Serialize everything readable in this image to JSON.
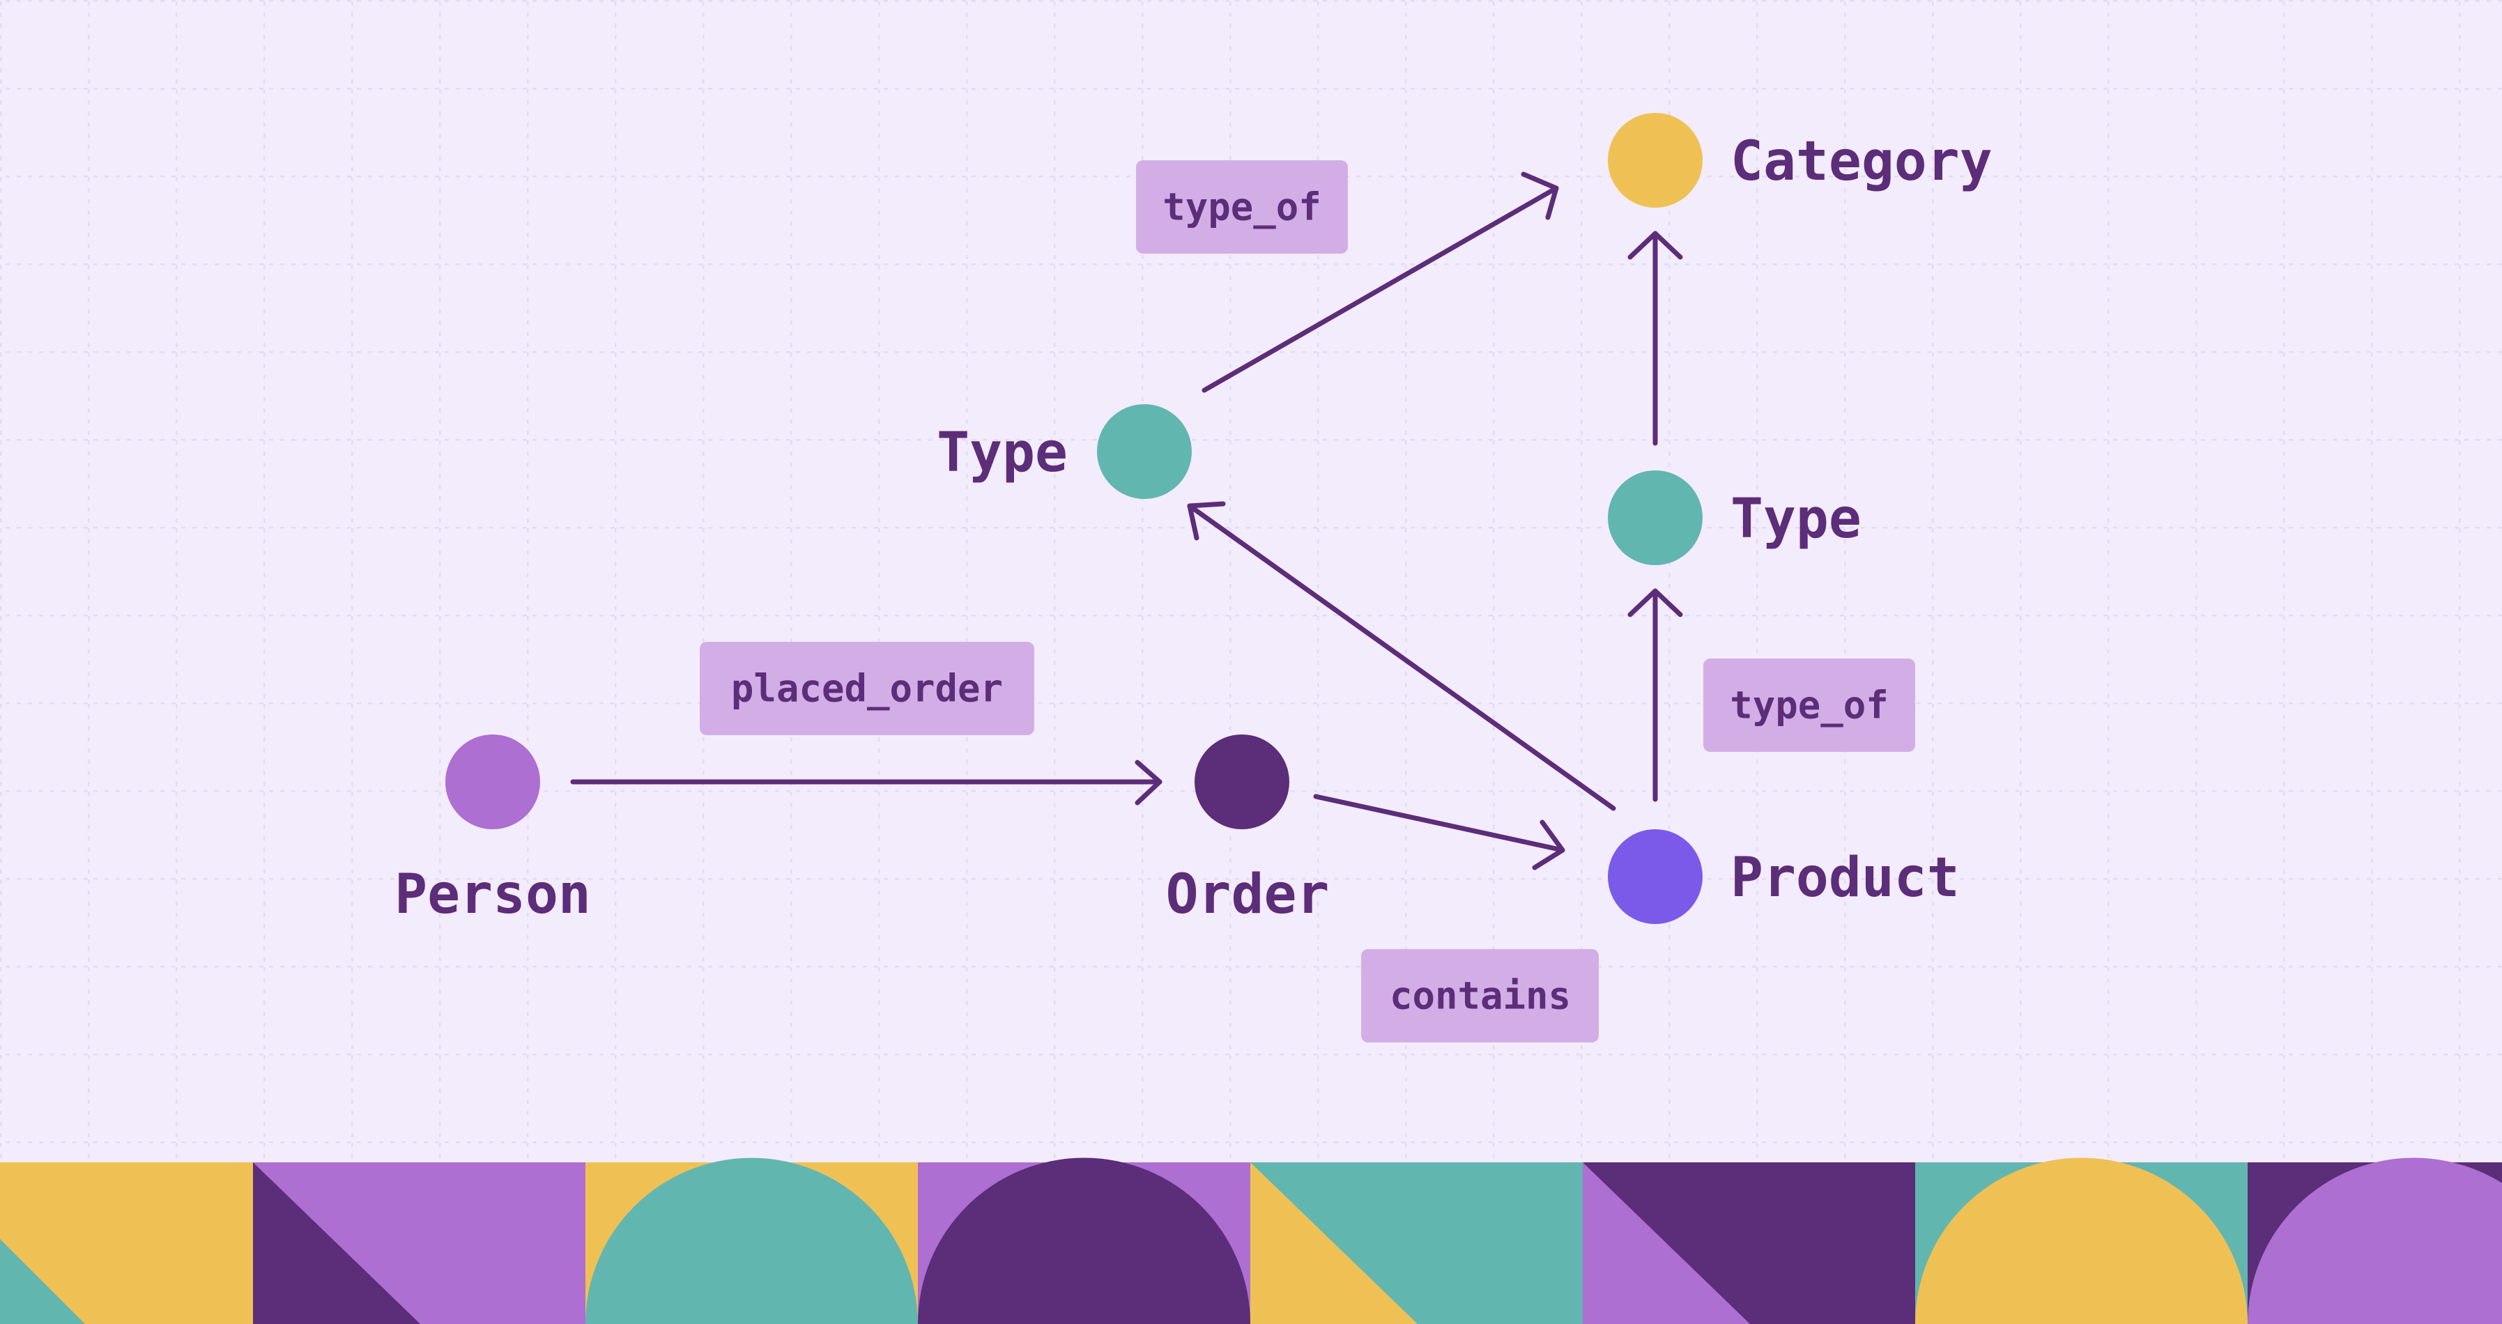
{
  "colors": {
    "background": "#f3ecfd",
    "grid": "#e4dbef",
    "ink": "#5c2d79",
    "label_box": "#d3aee6",
    "purple": "#ad6fd1",
    "dark_purple": "#5c2d79",
    "teal": "#62b6b0",
    "yellow": "#efc155",
    "violet": "#7b5aea"
  },
  "nodes": [
    {
      "id": "person",
      "label": "Person",
      "color": "#ad6fd1"
    },
    {
      "id": "order",
      "label": "Order",
      "color": "#5c2d79"
    },
    {
      "id": "product",
      "label": "Product",
      "color": "#7b5aea"
    },
    {
      "id": "type_left",
      "label": "Type",
      "color": "#62b6b0"
    },
    {
      "id": "type_right",
      "label": "Type",
      "color": "#62b6b0"
    },
    {
      "id": "category",
      "label": "Category",
      "color": "#efc155"
    }
  ],
  "edges": [
    {
      "id": "person_order",
      "from": "person",
      "to": "order",
      "label": "placed_order"
    },
    {
      "id": "order_product",
      "from": "order",
      "to": "product",
      "label": "contains"
    },
    {
      "id": "product_type_left",
      "from": "product",
      "to": "type_left",
      "label": ""
    },
    {
      "id": "product_type_right",
      "from": "product",
      "to": "type_right",
      "label": "type_of"
    },
    {
      "id": "type_right_category",
      "from": "type_right",
      "to": "category",
      "label": ""
    },
    {
      "id": "type_left_category",
      "from": "type_left",
      "to": "category",
      "label": "type_of"
    }
  ],
  "footer_pattern": [
    {
      "bg": "#efc155",
      "shape": "triangle-bottom-left",
      "fg": "#62b6b0"
    },
    {
      "bg": "#ad6fd1",
      "shape": "triangle-bottom-left",
      "fg": "#5c2d79"
    },
    {
      "bg": "#efc155",
      "shape": "semicircle",
      "fg": "#62b6b0"
    },
    {
      "bg": "#ad6fd1",
      "shape": "semicircle",
      "fg": "#5c2d79"
    },
    {
      "bg": "#62b6b0",
      "shape": "triangle-bottom-left",
      "fg": "#efc155"
    },
    {
      "bg": "#5c2d79",
      "shape": "triangle-bottom-left",
      "fg": "#ad6fd1"
    },
    {
      "bg": "#62b6b0",
      "shape": "semicircle",
      "fg": "#efc155"
    },
    {
      "bg": "#5c2d79",
      "shape": "semicircle",
      "fg": "#ad6fd1"
    }
  ]
}
